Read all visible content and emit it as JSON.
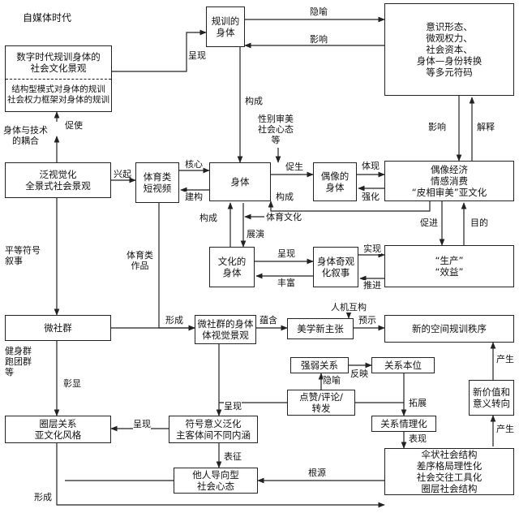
{
  "title": "自媒体时代",
  "nodes": {
    "discipline_body": "规训的\n身体",
    "symbols": "意识形态、\n微观权力、\n社会资本、\n身体—身份转换\n等多元符码",
    "digital_top": "数字时代规训身体的\n社会文化景观",
    "digital_bottom": "结构型模式对身体的规训\n社会权力框架对身体的规训",
    "panvisual": "泛视觉化\n全景式社会景观",
    "sports_video": "体育类\n短视频",
    "body": "身体",
    "idol_body": "偶像的\n身体",
    "idol_economy": "偶像经济\n情感消费\n“皮相审美”亚文化",
    "cultural_body": "文化的\n身体",
    "body_spectacle": "身体奇观\n化叙事",
    "production": "“生产”\n“效益”",
    "micro_community": "微社群",
    "micro_visual": "微社群的身体\n体视觉景观",
    "new_aesthetic": "美学新主张",
    "new_order": "新的空间规训秩序",
    "strong_weak": "强弱关系",
    "relation_based": "关系本位",
    "like_comment": "点赞/评论/\n转发",
    "relation_rational": "关系情理化",
    "new_value": "新价值和\n意义转向",
    "circle": "圈层关系\n亚文化风格",
    "symbol_meaning": "符号意义泛化\n主客体间不同内涵",
    "other_directed": "他人导向型\n社会心态",
    "umbrella": "伞状社会结构\n差序格局理性化\n社会交往工具化\n圈层社会结构"
  },
  "labels": {
    "metaphor": "隐喻",
    "influence_top": "影响",
    "present_top": "呈现",
    "construct_v": "构成",
    "gender_aesthetic": "性别审美\n社会心态\n等",
    "body_tech": "身体与技术\n的耦合",
    "promote_left": "促使",
    "rise": "兴起",
    "core": "核心",
    "build": "建构",
    "promote_mid": "促生",
    "embody": "体现",
    "construct_h": "构成",
    "strengthen": "强化",
    "influence_right": "影响",
    "interpret": "解释",
    "construct_low": "构成",
    "sports_culture": "体育文化",
    "perform": "展演",
    "promote_right": "促进",
    "purpose": "目的",
    "equal_symbol": "平等符号\n叙事",
    "sports_works": "体育类\n作品",
    "present_mid": "呈现",
    "realize": "实现",
    "enrich": "丰富",
    "advance": "推进",
    "form_mid": "形成",
    "contain": "蕴含",
    "hci": "人机互构",
    "foretell": "预示",
    "fitness_groups": "健身群\n跑团群\n等",
    "manifest": "彰显",
    "implicit": "隐喻",
    "reflect": "反映",
    "produce_upper": "产生",
    "present_low": "呈现",
    "present_left": "呈现",
    "expand": "拓展",
    "express": "表现",
    "produce_lower": "产生",
    "characterize": "表征",
    "root": "根源",
    "form_bottom": "形成"
  }
}
